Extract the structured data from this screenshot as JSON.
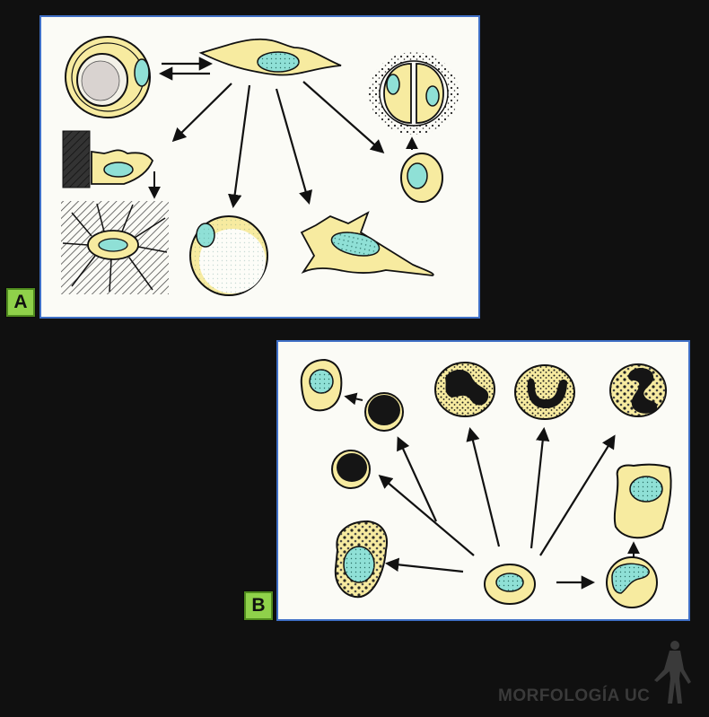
{
  "panels": {
    "a": {
      "label": "A"
    },
    "b": {
      "label": "B"
    }
  },
  "watermark": {
    "text": "MORFOLOGÍA UC"
  },
  "colors": {
    "background": "#101010",
    "panel_fill": "#fbfbf6",
    "panel_border": "#3f6fc6",
    "cytoplasm": "#f7eba0",
    "nucleus": "#8fe0d6",
    "label_fill": "#8fd14a",
    "dark_nucleus": "#151515"
  },
  "icons": [
    "human-figure-icon"
  ]
}
